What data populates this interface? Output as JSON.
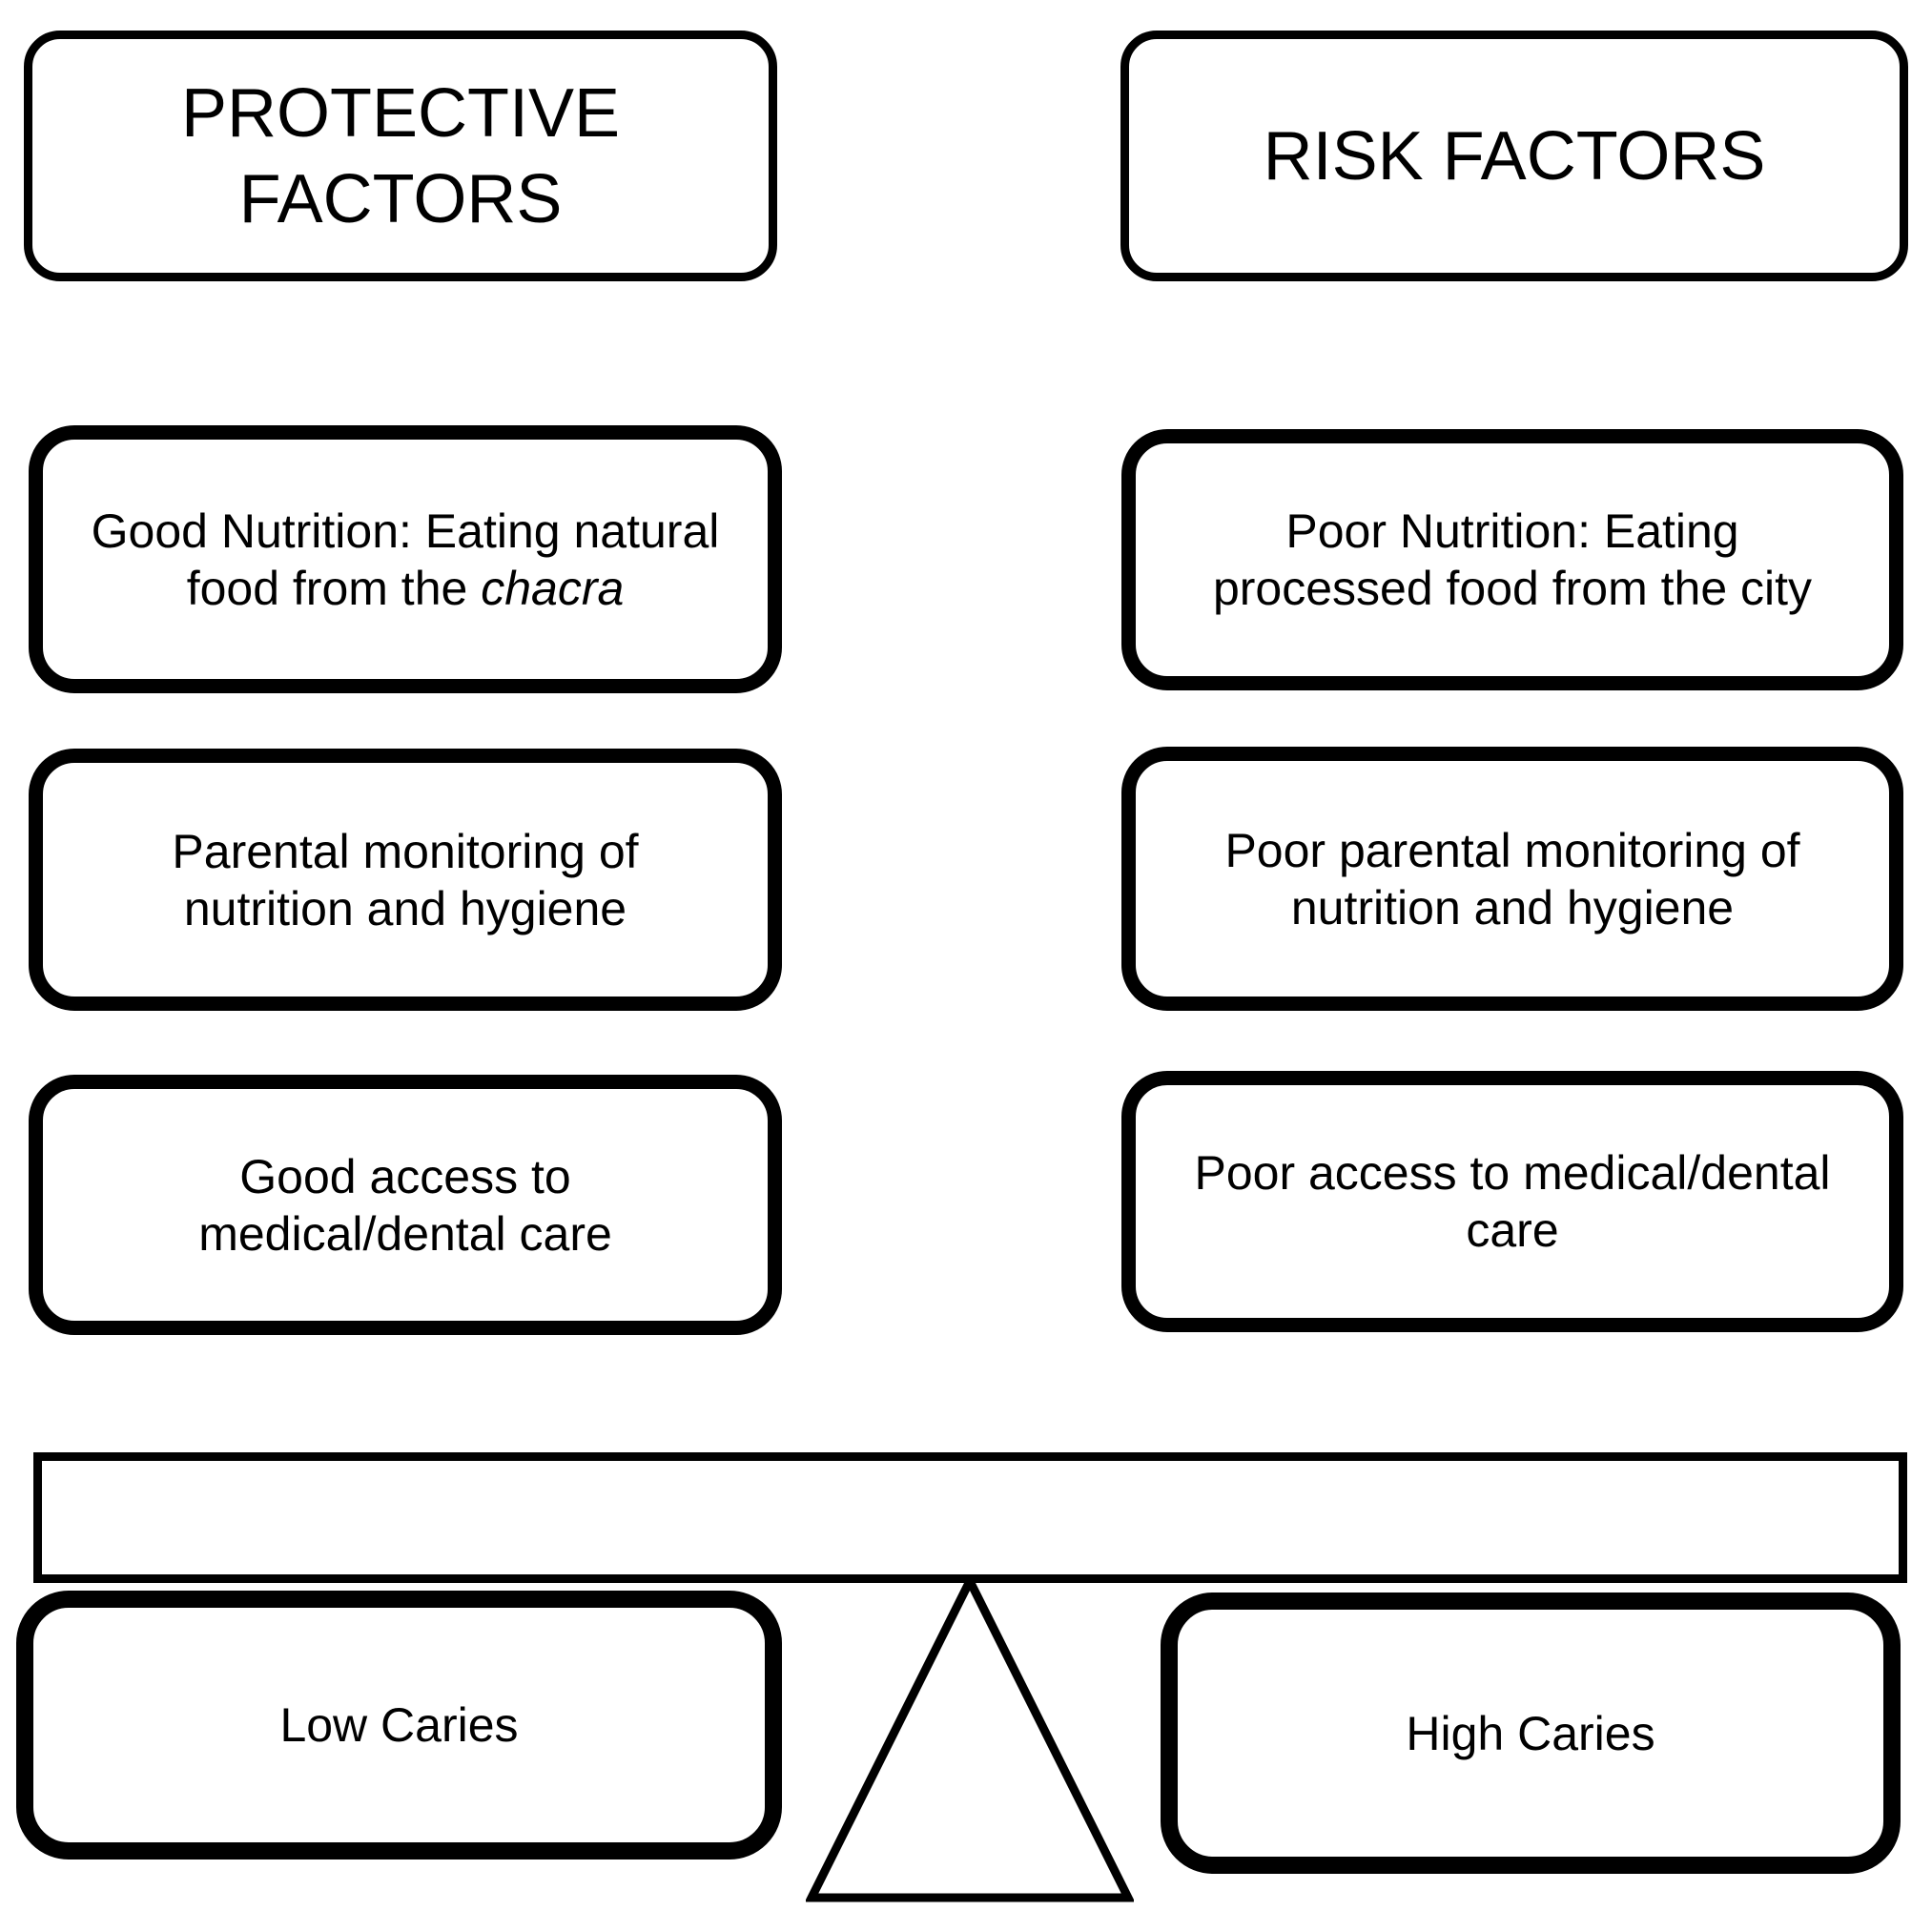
{
  "diagram": {
    "ink_color": "#000000",
    "background_color": "#ffffff"
  },
  "protective_column": {
    "header": "PROTECTIVE FACTORS",
    "factors": [
      {
        "text": "Good Nutrition: Eating natural food from the ",
        "emphasis": "chacra"
      },
      {
        "text": "Parental monitoring of nutrition and hygiene",
        "emphasis": ""
      },
      {
        "text": "Good access to medical/dental care",
        "emphasis": ""
      }
    ],
    "outcome": "Low Caries"
  },
  "risk_column": {
    "header": "RISK FACTORS",
    "factors": [
      {
        "text": "Poor Nutrition: Eating processed food from the city",
        "emphasis": ""
      },
      {
        "text": "Poor parental monitoring of nutrition and hygiene",
        "emphasis": ""
      },
      {
        "text": "Poor access to medical/dental care",
        "emphasis": ""
      }
    ],
    "outcome": "High Caries"
  },
  "balance": {
    "beam_shape": "balance-beam",
    "fulcrum_shape": "triangle-fulcrum"
  }
}
